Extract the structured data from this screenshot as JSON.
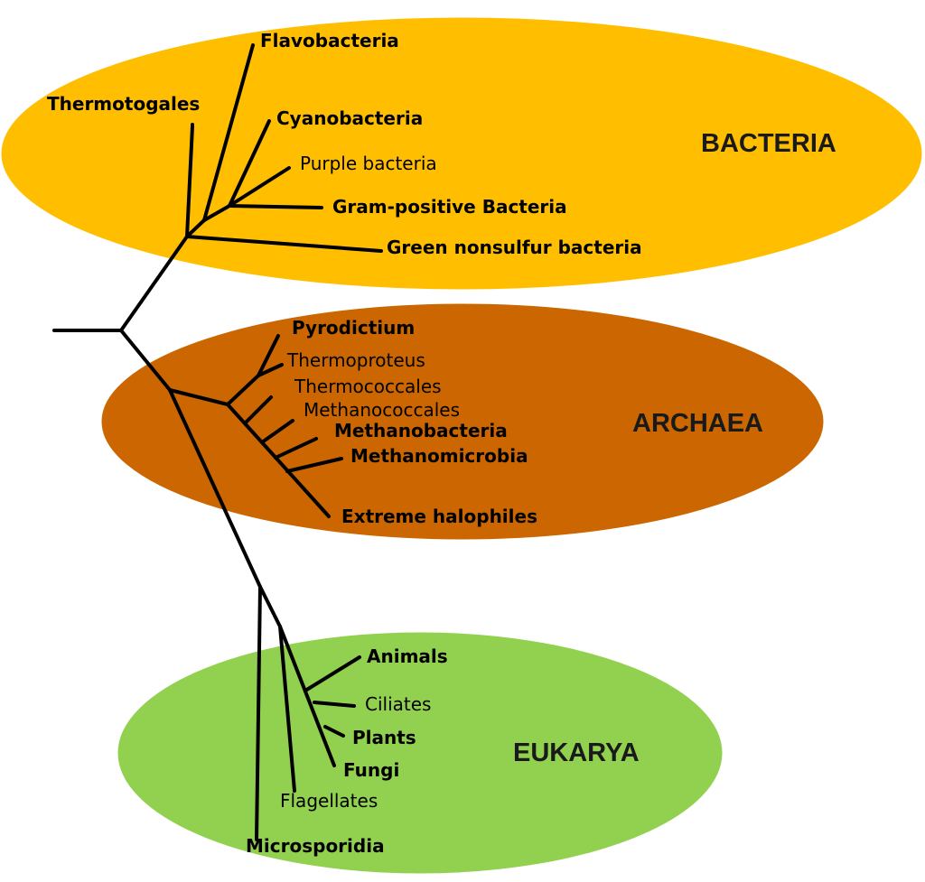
{
  "colors": {
    "bacteria": "#ffbf00",
    "archaea": "#cc6600",
    "eukarya": "#92d050",
    "outline": "#ffffff",
    "branch": "#000000"
  },
  "domains": {
    "bacteria": "BACTERIA",
    "archaea": "ARCHAEA",
    "eukarya": "EUKARYA"
  },
  "bacteria": {
    "flavobacteria": "Flavobacteria",
    "thermotogales": "Thermotogales",
    "cyanobacteria": "Cyanobacteria",
    "purple_bacteria": "Purple bacteria",
    "gram_positive": "Gram-positive Bacteria",
    "green_nonsulfur": "Green nonsulfur bacteria"
  },
  "archaea": {
    "pyrodictium": "Pyrodictium",
    "thermoproteus": "Thermoproteus",
    "thermococcales": "Thermococcales",
    "methanococcales": "Methanococcales",
    "methanobacteria": "Methanobacteria",
    "methanomicrobia": "Methanomicrobia",
    "extreme_halophiles": "Extreme halophiles"
  },
  "eukarya": {
    "animals": "Animals",
    "ciliates": "Ciliates",
    "plants": "Plants",
    "fungi": "Fungi",
    "flagellates": "Flagellates",
    "microsporidia": "Microsporidia"
  }
}
